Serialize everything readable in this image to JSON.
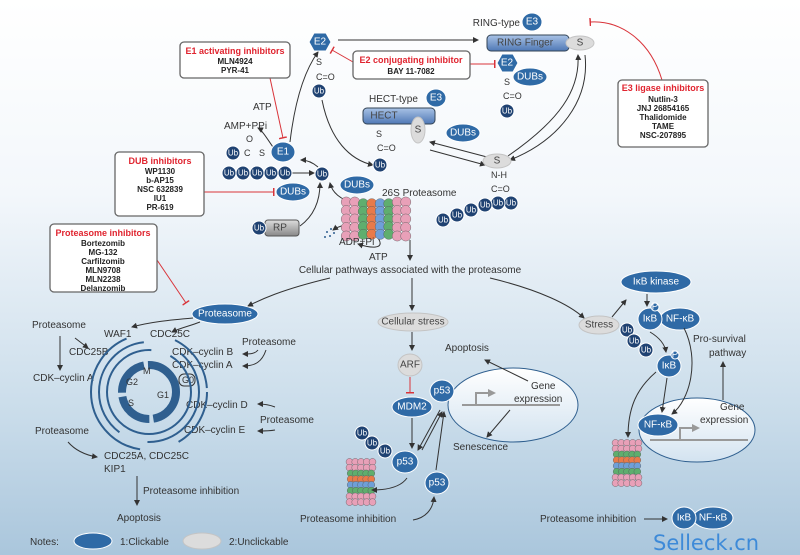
{
  "colors": {
    "clickable": "#2f6aa6",
    "ub": "#1f4272",
    "unclickable": "#dcdcdc",
    "inhibitor_title": "#e0242f",
    "brand": "#3d8ad8"
  },
  "ub": "Ub",
  "top": {
    "e1": "E1",
    "e2": "E2",
    "e3": "E3",
    "s": "S",
    "c_eq_o": "C=O",
    "o": "O",
    "c": "C",
    "atp": "ATP",
    "amp_ppi": "AMP+PPi",
    "dubs": "DUBs",
    "rp": "RP",
    "ring_type": "RING-type",
    "ring_finger": "RING Finger",
    "hect_type": "HECT-type",
    "hect": "HECT",
    "n_h": "N-H",
    "proteasome_26s": "26S Proteasome",
    "adp_pi": "ADP+Pi",
    "pathways": "Cellular pathways associated with the proteasome"
  },
  "inhibitors": {
    "e1": {
      "title": "E1 activating inhibitors",
      "items": [
        "MLN4924",
        "PYR-41"
      ]
    },
    "e2": {
      "title": "E2 conjugating inhibitor",
      "items": [
        "BAY 11-7082"
      ]
    },
    "e3": {
      "title": "E3 ligase inhibitors",
      "items": [
        "Nutlin-3",
        "JNJ 26854165",
        "Thalidomide",
        "TAME",
        "NSC-207895"
      ]
    },
    "dub": {
      "title": "DUB inhibitors",
      "items": [
        "WP1130",
        "b-AP15",
        "NSC 632839",
        "IU1",
        "PR-619"
      ]
    },
    "proteasome": {
      "title": "Proteasome inhibitors",
      "items": [
        "Bortezomib",
        "MG-132",
        "Carfilzomib",
        "MLN9708",
        "MLN2238",
        "Delanzomib"
      ]
    }
  },
  "cell_cycle": {
    "proteasome_node": "Proteasome",
    "proteasome": "Proteasome",
    "waf1": "WAF1",
    "cdc25c": "CDC25C",
    "cdc25b": "CDC25B",
    "cdk_cyclin_a": "CDK–cyclin A",
    "cdk_cyclin_b": "CDK–cyclin B",
    "cdk_cyclin_d": "CDK–cyclin D",
    "cdk_cyclin_e": "CDK–cyclin E",
    "g0": "G0",
    "g1": "G1",
    "g2": "G2",
    "s": "S",
    "m": "M",
    "cdc25a_cdc25c": "CDC25A, CDC25C",
    "kip1": "KIP1",
    "proteasome_inhibition": "Proteasome inhibition",
    "apoptosis": "Apoptosis"
  },
  "p53": {
    "cellular_stress": "Cellular stress",
    "arf": "ARF",
    "mdm2": "MDM2",
    "p53": "p53",
    "apoptosis": "Apoptosis",
    "gene": "Gene",
    "expression": "expression",
    "senescence": "Senescence",
    "proteasome_inhibition": "Proteasome inhibition"
  },
  "nfkb": {
    "stress": "Stress",
    "ikb_kinase": "IκB kinase",
    "ikb": "IκB",
    "nfkb": "NF-κB",
    "p": "P",
    "pro_survival": "Pro-survival",
    "pathway": "pathway",
    "gene": "Gene",
    "expression": "expression",
    "proteasome_inhibition": "Proteasome inhibition"
  },
  "notes": {
    "label": "Notes:",
    "clickable": "1:Clickable",
    "unclickable": "2:Unclickable"
  },
  "brand": "Selleck.cn"
}
